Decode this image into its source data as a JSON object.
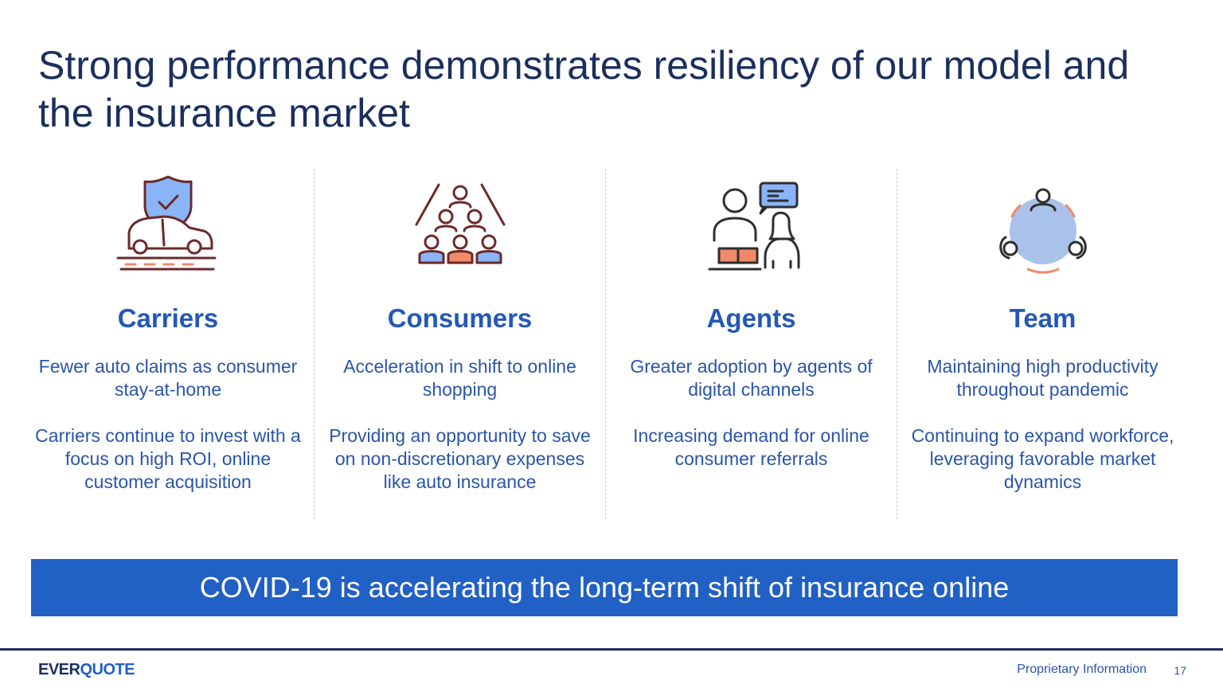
{
  "slide": {
    "title": "Strong performance demonstrates resiliency of our model and the insurance market"
  },
  "columns": [
    {
      "heading": "Carriers",
      "icon": "car-shield-icon",
      "p1": "Fewer auto claims as consumer stay-at-home",
      "p2": "Carriers continue to invest with a focus on high ROI, online customer acquisition"
    },
    {
      "heading": "Consumers",
      "icon": "people-pyramid-icon",
      "p1": "Acceleration in shift to online shopping",
      "p2": "Providing an opportunity to save on non-discretionary expenses like auto insurance"
    },
    {
      "heading": "Agents",
      "icon": "agent-consultation-icon",
      "p1": "Greater adoption by agents of digital channels",
      "p2": "Increasing demand for online consumer referrals"
    },
    {
      "heading": "Team",
      "icon": "team-circle-icon",
      "p1": "Maintaining high productivity throughout pandemic",
      "p2": "Continuing to expand workforce, leveraging favorable market dynamics"
    }
  ],
  "banner": {
    "text": "COVID-19 is accelerating the long-term shift of insurance online"
  },
  "footer": {
    "logo_part1": "EVER",
    "logo_part2": "QUOTE",
    "proprietary": "Proprietary Information",
    "page_number": "17"
  },
  "colors": {
    "title": "#1a2f5e",
    "heading": "#2358b6",
    "body_text": "#2a55a8",
    "banner_bg": "#2160c4",
    "icon_outline": "#6b2a2a",
    "icon_blue": "#8ab4f8",
    "icon_orange": "#f08a6a"
  }
}
